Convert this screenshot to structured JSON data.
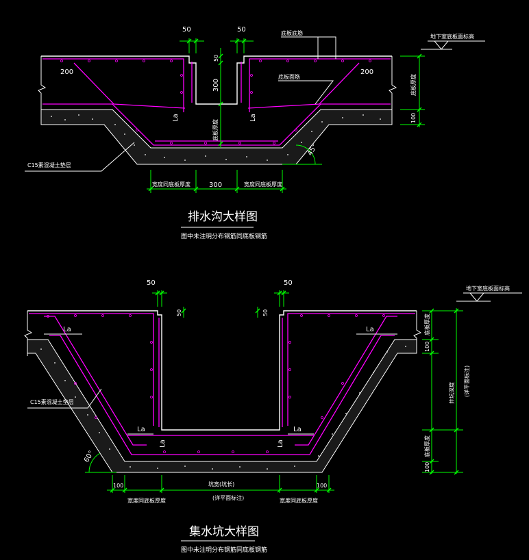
{
  "top_drawing": {
    "title": "排水沟大样图",
    "subtitle": "图中未注明分布钢筋同底板钢筋",
    "dim_50_left": "50",
    "dim_50_right": "50",
    "dim_50_vertical": "50",
    "dim_300_depth": "300",
    "dim_200_left": "200",
    "dim_200_right": "200",
    "dim_300_width": "300",
    "label_bottom_bar_1": "底板底筋",
    "label_bottom_bar_2": "底板面筋",
    "label_floor_elevation": "地下室底板面标高",
    "label_slab_thickness_right": "底板厚度",
    "label_slab_thickness_center": "底板厚度",
    "dim_100": "100",
    "label_la_left": "La",
    "label_la_right": "La",
    "label_c15": "C15素混凝土垫层",
    "label_angle": "45°",
    "label_wall_left": "宽度同底板厚度",
    "label_wall_right": "宽度同底板厚度"
  },
  "bottom_drawing": {
    "title": "集水坑大样图",
    "subtitle": "图中未注明分布钢筋同底板钢筋",
    "dim_50_left": "50",
    "dim_50_right": "50",
    "dim_50_v_left": "50",
    "dim_50_v_right": "50",
    "label_floor_elevation": "地下室底板面标高",
    "label_slab_thickness_top": "底板厚度",
    "dim_100_top": "100",
    "label_pit_depth": "井坑深度",
    "label_pit_depth_note": "(详平面标注)",
    "label_slab_thickness_bottom": "底板厚度",
    "dim_100_bottom": "100",
    "label_la_1": "La",
    "label_la_2": "La",
    "label_la_3": "La",
    "label_la_4": "La",
    "label_la_5": "La",
    "label_la_6": "La",
    "label_c15": "C15素混凝土垫层",
    "label_angle": "60°",
    "dim_100_left": "100",
    "dim_100_right": "100",
    "label_pit_width": "坑宽(坑长)",
    "label_pit_width_note": "(详平面标注)",
    "label_wall_left": "宽度同底板厚度",
    "label_wall_right": "宽度同底板厚度"
  }
}
